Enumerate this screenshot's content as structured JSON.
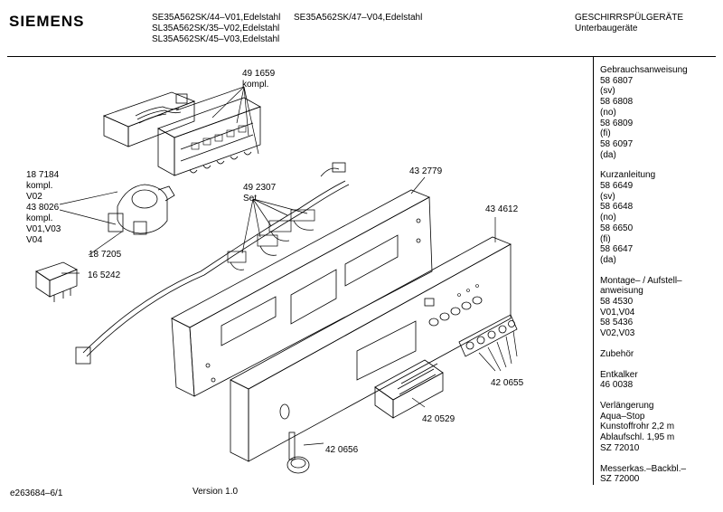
{
  "header": {
    "brand": "SIEMENS",
    "models_col1": [
      "SE35A562SK/44–V01,Edelstahl",
      "SL35A562SK/35–V02,Edelstahl",
      "SL35A562SK/45–V03,Edelstahl"
    ],
    "models_col2": [
      "SE35A562SK/47–V04,Edelstahl"
    ],
    "category": "GESCHIRRSPÜLGERÄTE",
    "subcategory": "Unterbaugeräte"
  },
  "sidebar": {
    "groups": [
      [
        "Gebrauchsanweisung",
        "58 6807",
        "(sv)",
        "58 6808",
        "(no)",
        "58 6809",
        "(fi)",
        "58 6097",
        "(da)"
      ],
      [
        "Kurzanleitung",
        "58 6649",
        "(sv)",
        "58 6648",
        "(no)",
        "58 6650",
        "(fi)",
        "58 6647",
        "(da)"
      ],
      [
        "Montage– / Aufstell–",
        "anweisung",
        "58 4530",
        "V01,V04",
        "58 5436",
        "V02,V03"
      ],
      [
        "Zubehör"
      ],
      [
        "Entkalker",
        "46 0038"
      ],
      [
        "Verlängerung",
        "Aqua–Stop",
        "Kunstoffrohr 2,2 m",
        "Ablaufschl. 1,95 m",
        "SZ 72010"
      ],
      [
        "Messerkas.–Backbl.–",
        "SZ 72000"
      ]
    ]
  },
  "callouts": {
    "c491659": [
      "49 1659",
      "kompl."
    ],
    "c187184": [
      "18 7184",
      "kompl.",
      "V02",
      "43 8026",
      "kompl.",
      "V01,V03",
      "V04"
    ],
    "c187205": [
      "18 7205"
    ],
    "c165242": [
      "16 5242"
    ],
    "c492307": [
      "49 2307",
      "Set"
    ],
    "c432779": [
      "43 2779"
    ],
    "c434612": [
      "43 4612"
    ],
    "c420655": [
      "42 0655"
    ],
    "c420529": [
      "42 0529"
    ],
    "c420656": [
      "42 0656"
    ]
  },
  "footer": {
    "doc_id": "e263684–6/1",
    "version": "Version 1.0"
  }
}
